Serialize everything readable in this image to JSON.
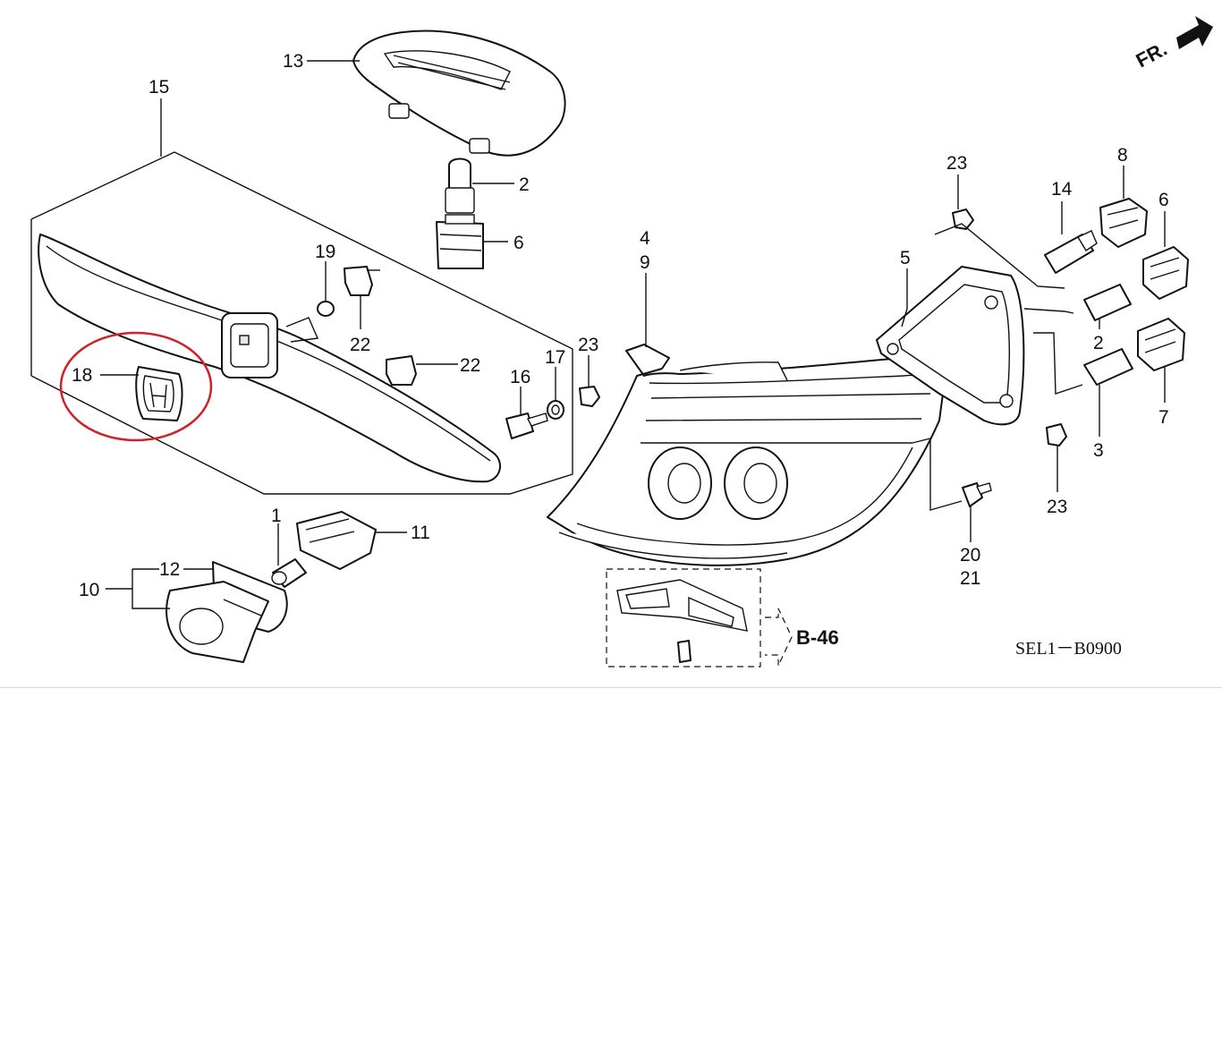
{
  "diagram": {
    "callouts": {
      "c1": "1",
      "c2a": "2",
      "c2b": "2",
      "c3": "3",
      "c4": "4",
      "c5": "5",
      "c6a": "6",
      "c6b": "6",
      "c7": "7",
      "c8": "8",
      "c9": "9",
      "c10": "10",
      "c11": "11",
      "c12": "12",
      "c13": "13",
      "c14": "14",
      "c15": "15",
      "c16": "16",
      "c17": "17",
      "c18": "18",
      "c19": "19",
      "c20": "20",
      "c21": "21",
      "c22a": "22",
      "c22b": "22",
      "c23a": "23",
      "c23b": "23",
      "c23c": "23"
    },
    "direction_label": "FR.",
    "reference_label": "B-46",
    "diagram_code": "SEL1－B0900",
    "highlight_color": "#d0202a"
  }
}
